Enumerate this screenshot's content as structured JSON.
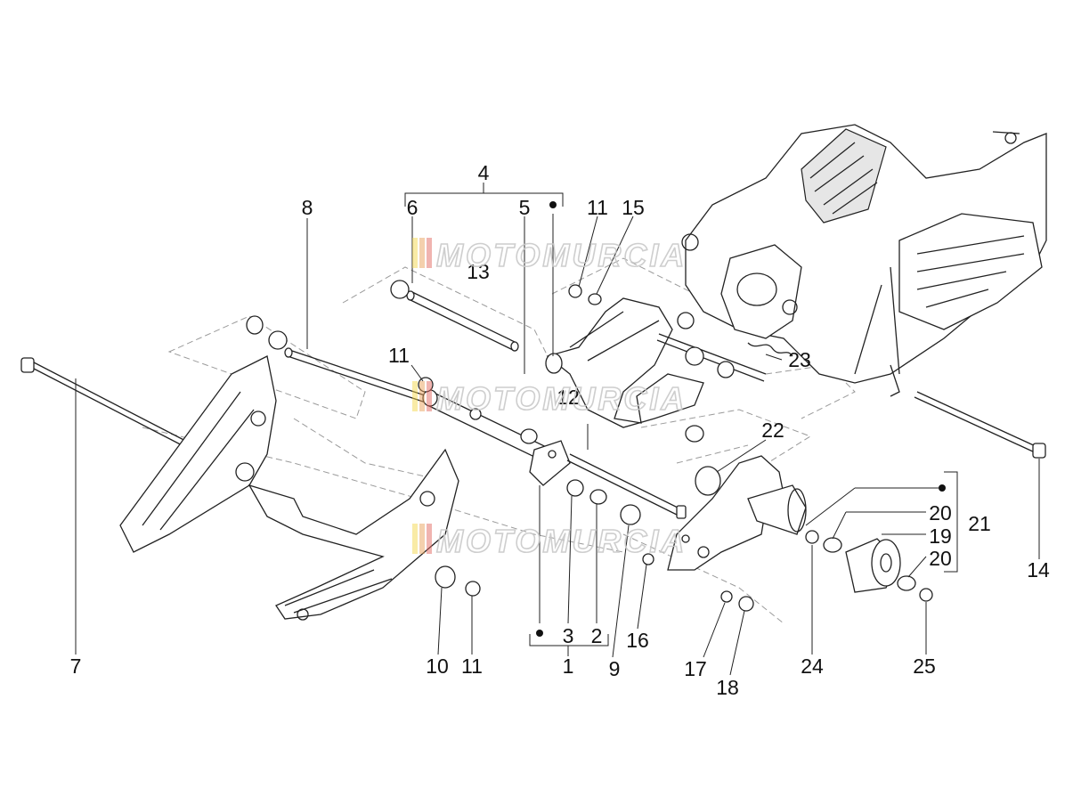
{
  "watermark": {
    "text": "MOTOMURCIA"
  },
  "callouts": {
    "c1": "1",
    "c2": "2",
    "c3": "3",
    "c4": "4",
    "c5": "5",
    "c6": "6",
    "c7": "7",
    "c8": "8",
    "c9": "9",
    "c10": "10",
    "c11a": "11",
    "c11b": "11",
    "c11c": "11",
    "c12": "12",
    "c13": "13",
    "c14": "14",
    "c15": "15",
    "c16": "16",
    "c17": "17",
    "c18": "18",
    "c19": "19",
    "c20a": "20",
    "c20b": "20",
    "c21": "21",
    "c22": "22",
    "c23": "23",
    "c24": "24",
    "c25": "25"
  },
  "colors": {
    "line": "#222222",
    "dash": "#9a9a9a",
    "watermark": "#c9c9c9",
    "stripe_yellow": "#f2d64b",
    "stripe_red": "#e0675f"
  }
}
